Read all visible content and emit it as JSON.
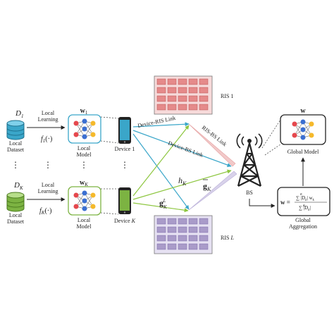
{
  "devices": [
    {
      "dataset_symbol": "D",
      "dataset_sub": "1",
      "dataset_label_line1": "Local",
      "dataset_label_line2": "Dataset",
      "learning_line1": "Local",
      "learning_line2": "Learning",
      "func_symbol": "f",
      "func_sub": "1",
      "func_arg": "(·)",
      "model_symbol": "w",
      "model_sub": "1",
      "model_label_line1": "Local",
      "model_label_line2": "Model",
      "device_label": "Device 1",
      "color": "#3aa6c9"
    },
    {
      "dataset_symbol": "D",
      "dataset_sub": "K",
      "dataset_label_line1": "Local",
      "dataset_label_line2": "Dataset",
      "learning_line1": "Local",
      "learning_line2": "Learning",
      "func_symbol": "f",
      "func_sub": "K",
      "func_arg": "(·)",
      "model_symbol": "w",
      "model_sub": "K",
      "model_label_line1": "Local",
      "model_label_line2": "Model",
      "device_label_prefix": "Device ",
      "device_label_var": "K",
      "color": "#7cb342"
    }
  ],
  "ellipsis": "⋮",
  "ris_top": {
    "label": "RIS 1",
    "color": "#e58a8a"
  },
  "ris_bottom": {
    "label_prefix": "RIS ",
    "label_var": "L",
    "color": "#a99bc9"
  },
  "links": {
    "device_ris": "Device-RIS Link",
    "device_bs": "Device-BS Link",
    "ris_bs": "RIS-BS Link",
    "h": "h",
    "h_sub": "K",
    "g_bar": "g",
    "g_bar_sub": "K",
    "g": "g",
    "g_sub": "K",
    "g_sup": "L"
  },
  "bs": {
    "label": "BS"
  },
  "global_model": {
    "symbol": "w",
    "label": "Global Model"
  },
  "aggregation": {
    "label_line1": "Global",
    "label_line2": "Aggregation",
    "lhs": "w =",
    "num": "∑ |D",
    "num_tail": "| w",
    "den": "∑ |D",
    "den_tail": "|",
    "k_sym": "K",
    "k_idx": "k=1",
    "sub_k": "k"
  },
  "colors": {
    "blue_link": "#3aa6c9",
    "green_link": "#8dc63f",
    "ris_link_fill_top": "#f2c9c9",
    "ris_link_fill_bottom": "#d8d2ea"
  },
  "icons": {
    "dataset": "database-icon",
    "device": "smartphone-icon",
    "network": "neural-network-icon",
    "tower": "cell-tower-icon"
  }
}
